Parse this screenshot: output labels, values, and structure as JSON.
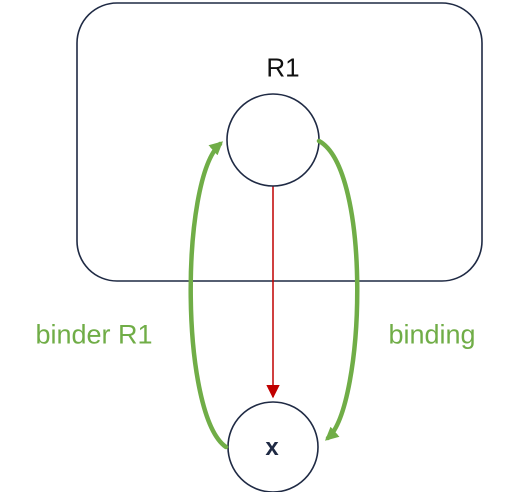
{
  "container": {
    "label": "R1"
  },
  "nodes": {
    "x_label": "x"
  },
  "edges": {
    "left_label": "binder R1",
    "right_label": "binding"
  },
  "colors": {
    "outline": "#1f2a44",
    "accent_green": "#70ad47",
    "arrow_red": "#c00000"
  }
}
